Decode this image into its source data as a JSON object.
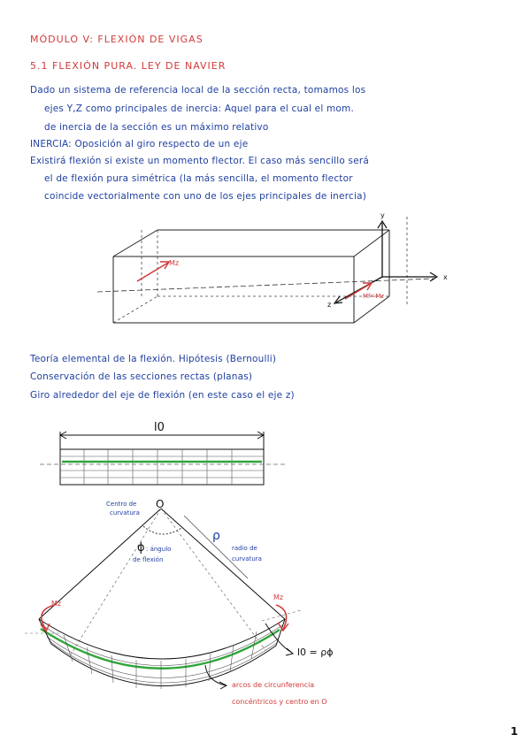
{
  "header": {
    "module_title": "MÓDULO V: FLEXIÓN DE VIGAS",
    "section_title": "5.1 FLEXIÓN PURA. LEY DE NAVIER"
  },
  "paragraph1": {
    "lines": [
      "Dado un sistema de referencia local de la sección recta, tomamos los",
      "ejes Y,Z como principales de inercia: Aquel para el cual el mom.",
      "de inercia de la sección es un máximo relativo"
    ]
  },
  "inercia_line": "INERCIA: Oposición al giro respecto de un eje",
  "paragraph2": {
    "lines": [
      "Existirá flexión si existe un momento flector. El caso más sencillo será",
      "el de flexión pura simétrica (la más sencilla, el momento flector",
      "coincide vectorialmente con uno de los ejes principales de inercia)"
    ]
  },
  "diagram1": {
    "mz_label_left": "Mz",
    "mz_label_right": "Mf=Mz",
    "axis_x": "x",
    "axis_y": "y",
    "axis_z": "z"
  },
  "paragraph3": {
    "lines": [
      "Teoría elemental de la flexión. Hipótesis (Bernoulli)",
      "Conservación de las secciones rectas (planas)",
      "Giro alrededor del eje de flexión (en este caso el eje z)"
    ]
  },
  "diagram2": {
    "length_label": "l0"
  },
  "diagram3": {
    "centro_label_1": "Centro de",
    "centro_label_2": "curvatura",
    "point_label": "O",
    "phi_symbol": "ϕ",
    "angulo_label_1": ": ángulo",
    "angulo_label_2": "de flexión",
    "rho_symbol": "ρ",
    "radio_label_1": "radio de",
    "radio_label_2": "curvatura",
    "mz_left": "Mz",
    "mz_right": "Mz",
    "arc_length_label": "l0 = ρϕ",
    "arcs_label_1": "arcos de circunferencia",
    "arcs_label_2": "concéntricos y centro en O"
  },
  "page_number": "1"
}
